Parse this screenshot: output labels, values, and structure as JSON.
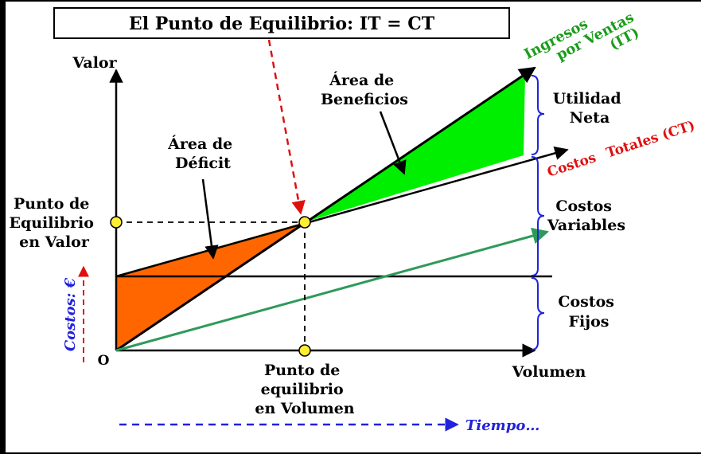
{
  "title": "El Punto de Equilibrio: IT = CT",
  "axes": {
    "y_label": "Valor",
    "x_label": "Volumen",
    "origin_label": "O"
  },
  "regions": {
    "deficit": [
      "Área de",
      "Déficit"
    ],
    "beneficios": [
      "Área de",
      "Beneficios"
    ]
  },
  "lines": {
    "ingresos": [
      "Ingresos",
      "por Ventas",
      "(IT)"
    ],
    "costos_totales": [
      "Costos",
      "Totales (CT)"
    ]
  },
  "right_labels": {
    "utilidad": [
      "Utilidad",
      "Neta"
    ],
    "variables": [
      "Costos",
      "Variables"
    ],
    "fijos": [
      "Costos",
      "Fijos"
    ]
  },
  "breakeven": {
    "valor": [
      "Punto de",
      "Equilibrio",
      "en Valor"
    ],
    "volumen": [
      "Punto de",
      "equilibrio",
      "en Volumen"
    ]
  },
  "costos_axis": "Costos: €",
  "tiempo": "Tiempo…",
  "colors": {
    "frame_bg": "#000000",
    "panel_bg": "#ffffff",
    "deficit_fill": "#ff6600",
    "beneficio_fill": "#00ee00",
    "green_text": "#1a9c1a",
    "red": "#e01010",
    "blue": "#2222dd",
    "variable_line": "#2e9a5a",
    "marker_fill": "#ffee33"
  }
}
